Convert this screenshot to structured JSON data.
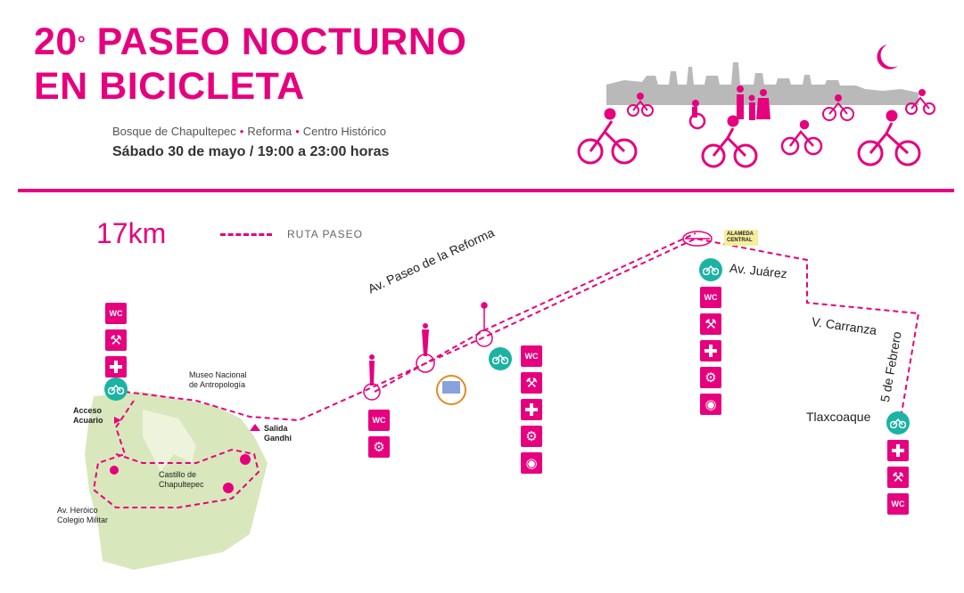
{
  "header": {
    "title_number": "20",
    "title_degree": "°",
    "title_line1_rest": "PASEO NOCTURNO",
    "title_line2": "EN BICICLETA",
    "subtitle": {
      "part1": "Bosque de Chapultepec",
      "part2": "Reforma",
      "part3": "Centro Histórico",
      "separator": "•"
    },
    "datetime": "Sábado 30 de mayo / 19:00 a 23:00 horas"
  },
  "legend": {
    "distance": "17km",
    "route_label": "RUTA PASEO"
  },
  "labels": {
    "museo": "Museo Nacional de Antropología",
    "acceso": "Acceso Acuario",
    "salida": "Salida Gandhi",
    "castillo": "Castillo de Chapultepec",
    "heroico": "Av. Heróico Colegio Militar",
    "reforma": "Av. Paseo de la Reforma",
    "alameda": "ALAMEDA CENTRAL",
    "juarez": "Av. Juárez",
    "carranza": "V. Carranza",
    "febrero": "5 de Febrero",
    "tlaxcoaque": "Tlaxcoaque"
  },
  "icons": {
    "wc_text": "WC",
    "service_icons": [
      "wc-icon",
      "wrench-icon",
      "first-aid-icon",
      "bike-station-icon",
      "wheel-icon",
      "target-icon"
    ]
  },
  "colors": {
    "brand": "#e6007e",
    "bike_station": "#1bb3a4",
    "park": "#d8e6b8",
    "skyline": "#b5b5b5"
  }
}
